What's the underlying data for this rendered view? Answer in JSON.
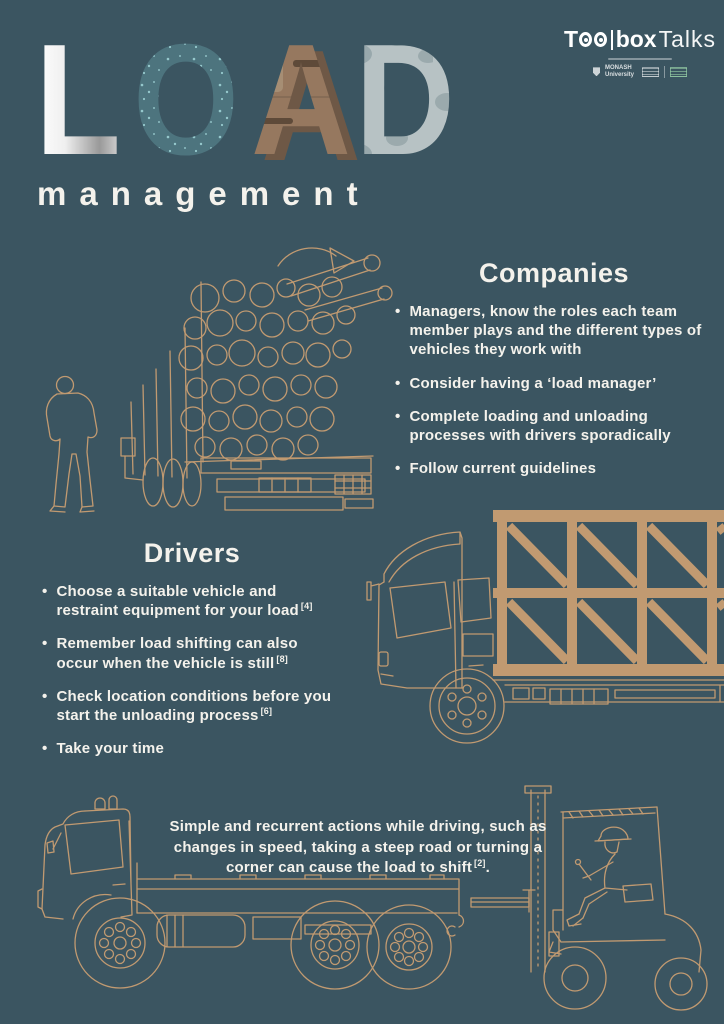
{
  "title": {
    "word": "LOAD",
    "letters": [
      "L",
      "O",
      "A",
      "D"
    ],
    "letter_styles": [
      "polished metal",
      "teal speckled paint",
      "birch log wood",
      "stone aggregate"
    ],
    "subtitle": "management"
  },
  "brand": {
    "name": "Toolbox Talks",
    "letter_t": "T",
    "part_box": "box",
    "part_talks": "Talks",
    "partner": "MONASH University"
  },
  "companies": {
    "heading": "Companies",
    "bullets": [
      {
        "text": "Managers, know the roles each team member plays and the different types of vehicles they work with",
        "ref": ""
      },
      {
        "text": "Consider having a ‘load manager’",
        "ref": ""
      },
      {
        "text": "Complete loading and unloading processes with drivers sporadically",
        "ref": ""
      },
      {
        "text": "Follow current guidelines",
        "ref": ""
      }
    ]
  },
  "drivers": {
    "heading": "Drivers",
    "bullets": [
      {
        "text": "Choose a suitable vehicle and restraint equipment for your load",
        "ref": "[4]"
      },
      {
        "text": "Remember load shifting can also occur when the vehicle is still",
        "ref": "[8]"
      },
      {
        "text": "Check location conditions before you start the unloading process",
        "ref": "[6]"
      },
      {
        "text": "Take your time",
        "ref": ""
      }
    ]
  },
  "note": {
    "text": "Simple and recurrent actions while driving, such as changes in speed, taking a steep road or turning a corner can cause the load to shift",
    "ref": "[2]",
    "suffix": "."
  },
  "ui": {
    "bullet": "•"
  },
  "colors": {
    "background": "#3b5561",
    "line_art": "#c19a71",
    "text": "#f4f2ec",
    "letter_teal": "#4d747e",
    "letter_wood": "#96785f",
    "letter_stone": "#b7c2c4",
    "letter_metal": "#d6d6d6"
  }
}
